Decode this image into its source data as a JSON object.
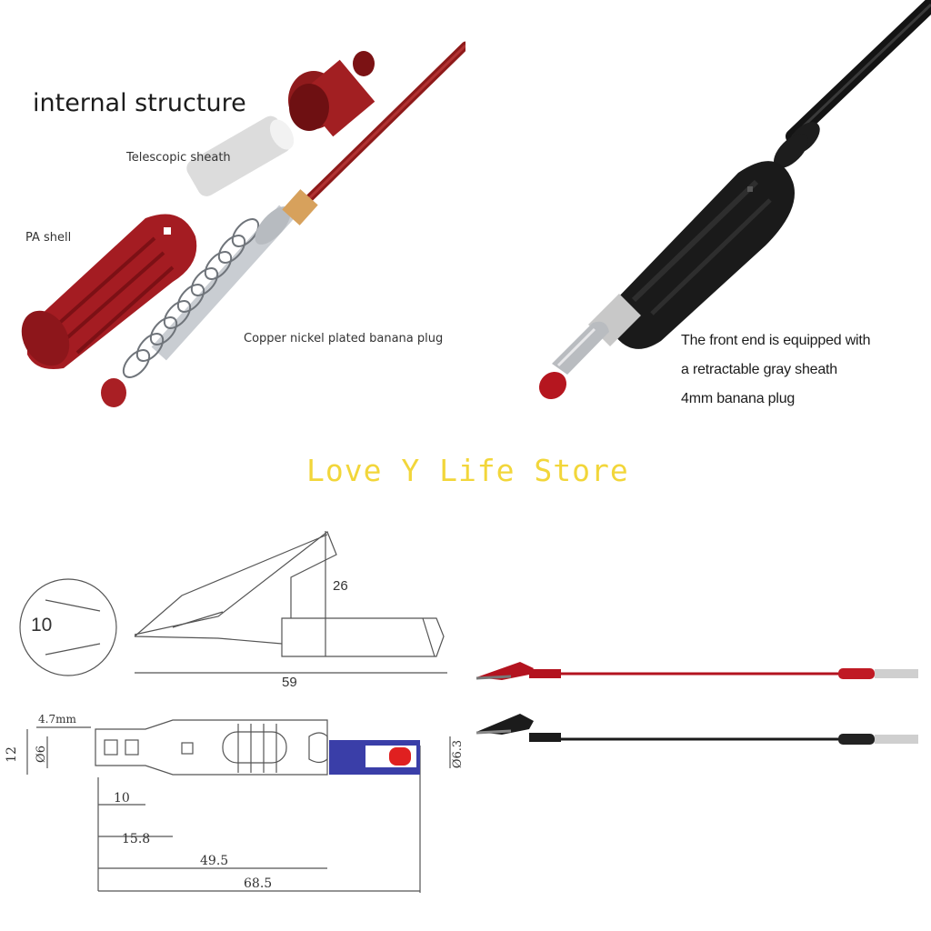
{
  "top_left": {
    "title": "internal structure",
    "labels": {
      "telescopic": "Telescopic sheath",
      "pa_shell": "PA shell",
      "banana": "Copper nickel plated banana plug"
    }
  },
  "top_right": {
    "caption_lines": [
      "The front end is equipped with",
      "a retractable gray sheath",
      "4mm banana plug"
    ]
  },
  "watermark": "Love Y Life Store",
  "drawing_clip": {
    "circle_label": "10",
    "height_dim": "26",
    "length_dim": "59"
  },
  "drawing_plug": {
    "dims": [
      "4.7mm",
      "12",
      "Ø6",
      "Ø6.3",
      "10",
      "15.8",
      "49.5",
      "68.5"
    ]
  },
  "colors": {
    "red_lead": "#b3131f",
    "black_lead": "#1b1b1b",
    "watermark": "#f2d63a"
  }
}
